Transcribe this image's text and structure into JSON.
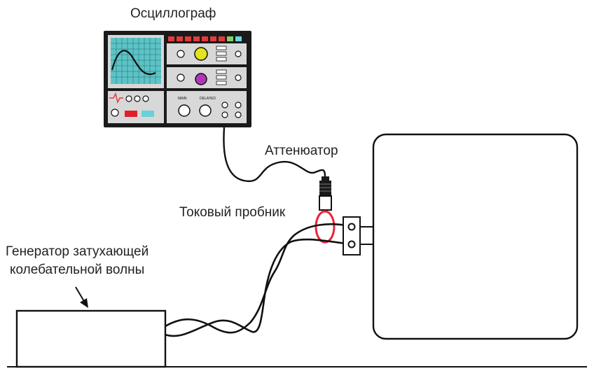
{
  "labels": {
    "oscilloscope": "Осциллограф",
    "attenuator": "Аттенюатор",
    "current_probe": "Токовый пробник",
    "generator_line1": "Генератор затухающей",
    "generator_line2": "колебательной волны"
  },
  "oscilloscope_panel": {
    "knob_main": "MAIN",
    "knob_delayed": "DELAYED"
  },
  "colors": {
    "line": "#111111",
    "screen": "#5fc3c6",
    "grid": "#2a8a8f",
    "trace": "#111111",
    "knob_yellow": "#e4e41a",
    "knob_purple": "#b237b8",
    "red_button": "#e0202a",
    "cyan_button": "#69d0d8",
    "probe_loop": "#e8263a",
    "panel_bg": "#d8d8d8",
    "frame": "#1a1a1a",
    "indicator_red": "#e43a3a",
    "indicator_cyan": "#6cd6e0",
    "indicator_green": "#7fd36a"
  },
  "icons": {
    "oscilloscope": "oscilloscope-icon",
    "current_probe": "current-probe-icon",
    "attenuator": "attenuator-icon",
    "generator": "generator-box",
    "equipment_under_test": "device-box",
    "arrow": "arrow-icon"
  }
}
